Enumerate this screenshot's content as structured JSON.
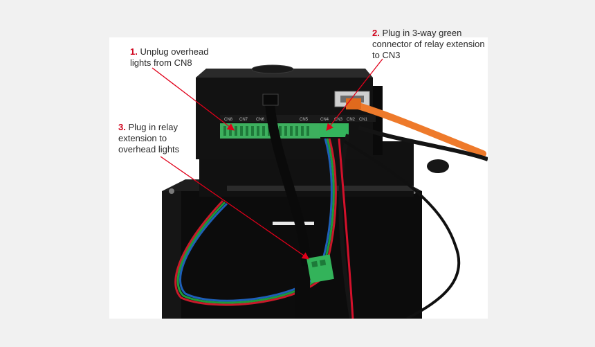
{
  "callouts": [
    {
      "number": "1.",
      "lines": [
        "Unplug overhead",
        "lights from CN8"
      ]
    },
    {
      "number": "2.",
      "lines": [
        "Plug in 3-way green",
        "connector of relay extension",
        "to CN3"
      ]
    },
    {
      "number": "3.",
      "lines": [
        "Plug in relay",
        "extension to",
        "overhead lights"
      ]
    }
  ],
  "board_labels": {
    "cn8": "CN8",
    "cn7": "CN7",
    "cn6": "CN6",
    "cn5": "CN5",
    "cn4": "CN4",
    "cn3": "CN3",
    "cn2": "CN2",
    "cn1": "CN1"
  },
  "colors": {
    "background": "#f1f1f1",
    "photo_background": "#ffffff",
    "callout_number": "#d0021b",
    "callout_text": "#2a2a2a",
    "arrow": "#e0001a",
    "enclosure": "#0d0d0d",
    "connector_green": "#2fb35a",
    "orange_cable": "#f07a2a"
  }
}
